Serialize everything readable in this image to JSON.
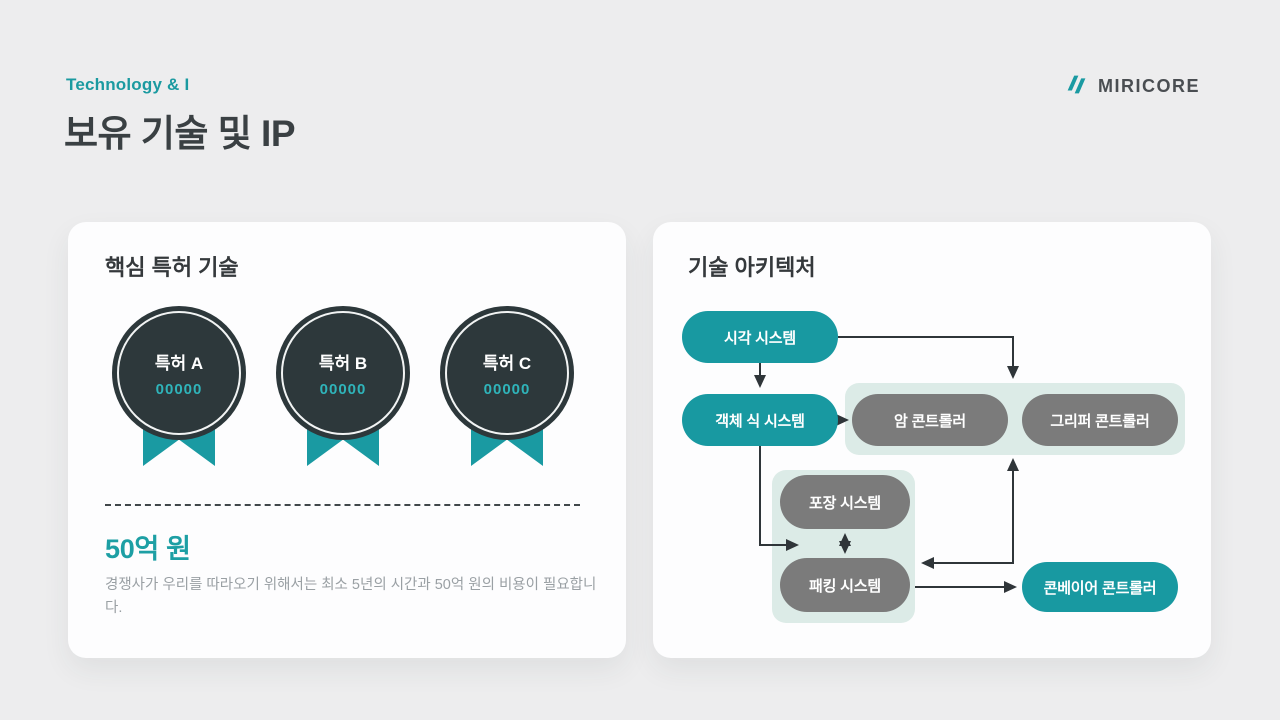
{
  "header": {
    "eyebrow": "Technology & I",
    "title": "보유 기술 및 IP",
    "logo_text": "MIRICORE"
  },
  "colors": {
    "accent_teal": "#1899a1",
    "medal_dark": "#2d383b",
    "medal_number_teal": "#2fb4ba",
    "gray_node": "#7b7b7b",
    "group_background": "#dcebe7",
    "page_background": "#ededee",
    "card_background": "#fdfdfe"
  },
  "patent_card": {
    "title": "핵심 특허 기술",
    "medals": [
      {
        "name": "특허 A",
        "number": "00000"
      },
      {
        "name": "특허 B",
        "number": "00000"
      },
      {
        "name": "특허 C",
        "number": "00000"
      }
    ],
    "highlight": "50억 원",
    "description": "경쟁사가 우리를 따라오기 위해서는 최소 5년의 시간과 50억 원의 비용이 필요합니다."
  },
  "architecture_card": {
    "title": "기술 아키텍처",
    "nodes": {
      "vision": "시각 시스템",
      "object": "객체 식 시스템",
      "arm": "암 콘트롤러",
      "gripper": "그리퍼 콘트롤러",
      "packaging": "포장 시스템",
      "packing": "패킹 시스템",
      "conveyor": "콘베이어 콘트롤러"
    }
  }
}
